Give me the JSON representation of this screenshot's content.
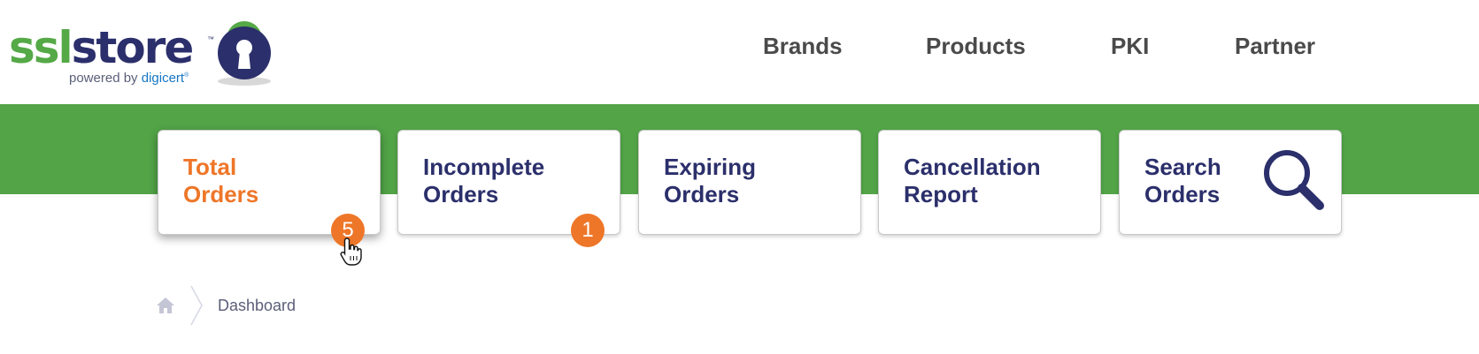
{
  "brand": {
    "logo_ssl": "ssl",
    "logo_store": "store",
    "logo_tm": "™",
    "powered_by": "powered by",
    "digicert": "digicert",
    "digicert_mark": "®",
    "colors": {
      "green": "#55a947",
      "navy": "#2b2f6b",
      "digicert_blue": "#1576c4"
    }
  },
  "nav": {
    "items": [
      "Brands",
      "Products",
      "PKI",
      "Partner"
    ]
  },
  "cards": [
    {
      "line1": "Total",
      "line2": "Orders",
      "badge": "5",
      "active": true
    },
    {
      "line1": "Incomplete",
      "line2": "Orders",
      "badge": "1",
      "active": false
    },
    {
      "line1": "Expiring",
      "line2": "Orders",
      "badge": null,
      "active": false
    },
    {
      "line1": "Cancellation",
      "line2": "Report",
      "badge": null,
      "active": false
    },
    {
      "line1": "Search",
      "line2": "Orders",
      "badge": null,
      "active": false,
      "icon": "magnifier-icon"
    }
  ],
  "colors": {
    "band_green": "#52a447",
    "accent_orange": "#ee7628",
    "card_text_navy": "#2b2f6b"
  },
  "breadcrumb": {
    "home_icon": "home-icon",
    "current": "Dashboard"
  }
}
